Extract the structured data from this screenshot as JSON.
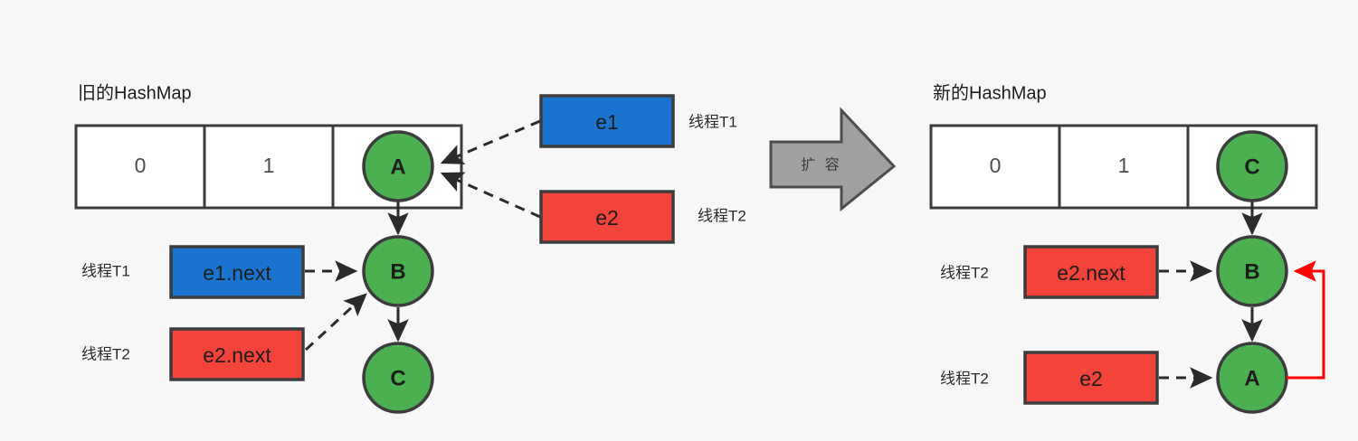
{
  "diagram": {
    "title_left": "旧的HashMap",
    "title_right": "新的HashMap",
    "transition_label": "扩 容",
    "colors": {
      "node_green": "#4caf50",
      "entry_blue": "#1a73ce",
      "entry_red": "#f4433a",
      "stroke_dark": "#3c3c3c",
      "loop_red": "#ff0000",
      "arrow_gray": "#a0a0a0",
      "background": "#f7f7f7"
    }
  },
  "left": {
    "title": "旧的HashMap",
    "bucket_headers": [
      "0",
      "1",
      ""
    ],
    "bucket_nodes": [
      "",
      "",
      "A"
    ],
    "chain_nodes": [
      "A",
      "B",
      "C"
    ],
    "entries": [
      {
        "label": "e1",
        "thread": "线程T1",
        "color": "blue"
      },
      {
        "label": "e2",
        "thread": "线程T2",
        "color": "red"
      },
      {
        "label": "e1.next",
        "thread": "线程T1",
        "color": "blue"
      },
      {
        "label": "e2.next",
        "thread": "线程T2",
        "color": "red"
      }
    ]
  },
  "right": {
    "title": "新的HashMap",
    "bucket_headers": [
      "0",
      "1",
      ""
    ],
    "bucket_nodes": [
      "",
      "",
      "C"
    ],
    "chain_nodes": [
      "C",
      "B",
      "A"
    ],
    "entries": [
      {
        "label": "e2.next",
        "thread": "线程T2",
        "color": "red"
      },
      {
        "label": "e2",
        "thread": "线程T2",
        "color": "red"
      }
    ]
  },
  "icons": {
    "transition": "right-arrow-icon"
  }
}
